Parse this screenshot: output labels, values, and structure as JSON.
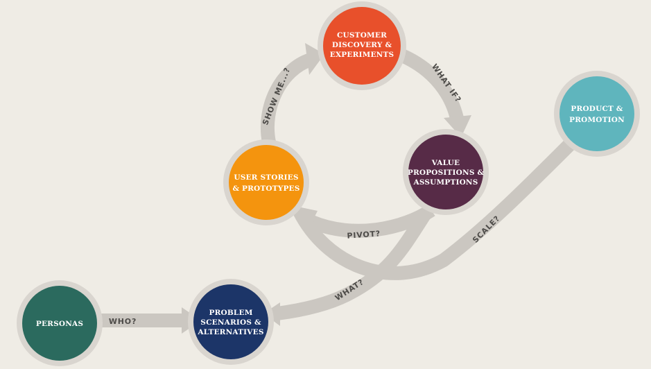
{
  "nodes": {
    "customer_discovery": {
      "lines": [
        "CUSTOMER",
        "DISCOVERY &",
        "EXPERIMENTS"
      ],
      "color": "#e8502b"
    },
    "value_propositions": {
      "lines": [
        "VALUE",
        "PROPOSITIONS &",
        "ASSUMPTIONS"
      ],
      "color": "#572b47"
    },
    "user_stories": {
      "lines": [
        "USER STORIES",
        "& PROTOTYPES"
      ],
      "color": "#f4940e"
    },
    "product_promotion": {
      "lines": [
        "PRODUCT &",
        "PROMOTION"
      ],
      "color": "#5fb5bd"
    },
    "personas": {
      "lines": [
        "PERSONAS"
      ],
      "color": "#2b6a5e"
    },
    "problem_scenarios": {
      "lines": [
        "PROBLEM",
        "SCENARIOS &",
        "ALTERNATIVES"
      ],
      "color": "#1c3568"
    }
  },
  "edges": {
    "show_me": "SHOW ME...?",
    "what_if": "WHAT IF?",
    "pivot": "PIVOT?",
    "scale": "SCALE?",
    "what": "WHAT?",
    "who": "WHO?"
  },
  "colors": {
    "background": "#efece5",
    "arrow": "#cbc7c1",
    "ring": "#d9d5cf",
    "label_text": "#4e4c49"
  }
}
